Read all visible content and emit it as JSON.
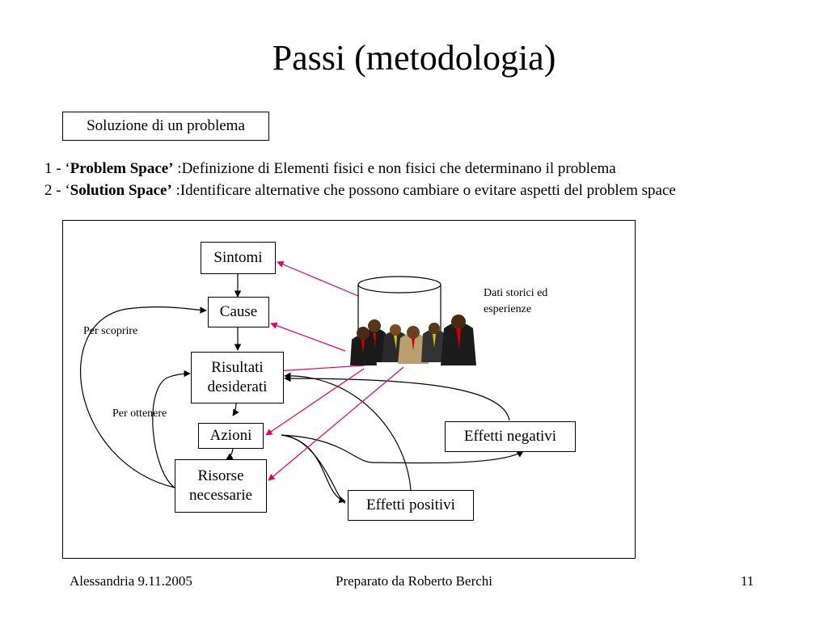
{
  "slide": {
    "title": "Passi (metodologia)",
    "subtitle": "Soluzione di un problema",
    "steps": [
      {
        "prefix": "1 - ‘",
        "term": "Problem Space’",
        "rest": " :Definizione di Elementi fisici e non fisici che determinano il problema"
      },
      {
        "prefix": "2 - ‘",
        "term": "Solution Space’",
        "rest": " :Identificare alternative che possono cambiare o evitare aspetti del problem space"
      }
    ]
  },
  "diagram": {
    "nodes": {
      "sintomi": "Sintomi",
      "cause": "Cause",
      "risultati_line1": "Risultati",
      "risultati_line2": "desiderati",
      "azioni": "Azioni",
      "risorse_line1": "Risorse",
      "risorse_line2": "necessarie",
      "effetti_negativi": "Effetti negativi",
      "effetti_positivi": "Effetti positivi"
    },
    "labels": {
      "per_scoprire": "Per  scoprire",
      "per_ottenere": "Per  ottenere",
      "dati_line1": "Dati storici ed",
      "dati_line2": "esperienze"
    },
    "arrow_color": "#e0006a",
    "icons": [
      "database-cylinder-icon",
      "business-people-clipart"
    ]
  },
  "footer": {
    "left": "Alessandria 9.11.2005",
    "center": "Preparato da Roberto Berchi",
    "right": "11"
  }
}
